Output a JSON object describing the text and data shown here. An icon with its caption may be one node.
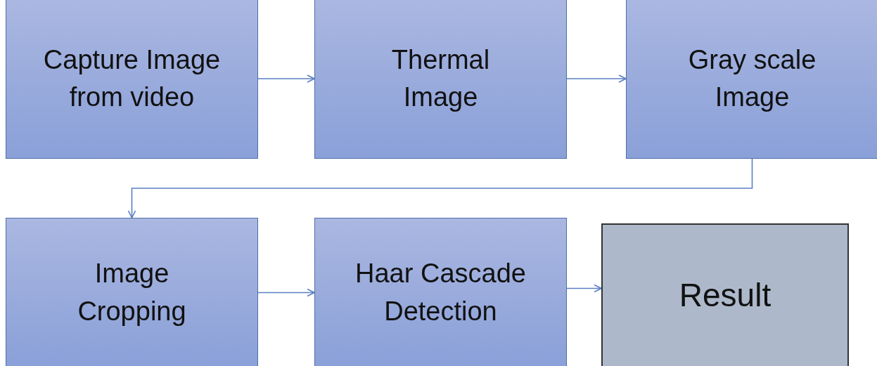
{
  "diagram": {
    "nodes": [
      {
        "text": [
          "Capture Image from video"
        ]
      },
      {
        "text": [
          "Thermal Image"
        ]
      },
      {
        "text": [
          "Gray scale Image"
        ]
      },
      {
        "text": [
          "Image Cropping"
        ]
      },
      {
        "text": [
          "Haar Cascade Detection"
        ]
      },
      {
        "text": [
          "Result"
        ]
      }
    ],
    "edges": [
      {
        "from": 0,
        "to": 1,
        "arrow": "to"
      },
      {
        "from": 1,
        "to": 2,
        "arrow": "to"
      },
      {
        "from": 2,
        "to": 3,
        "arrow": "to"
      },
      {
        "from": 3,
        "to": 4,
        "arrow": "to"
      },
      {
        "from": 4,
        "to": 5,
        "arrow": "to"
      }
    ]
  }
}
